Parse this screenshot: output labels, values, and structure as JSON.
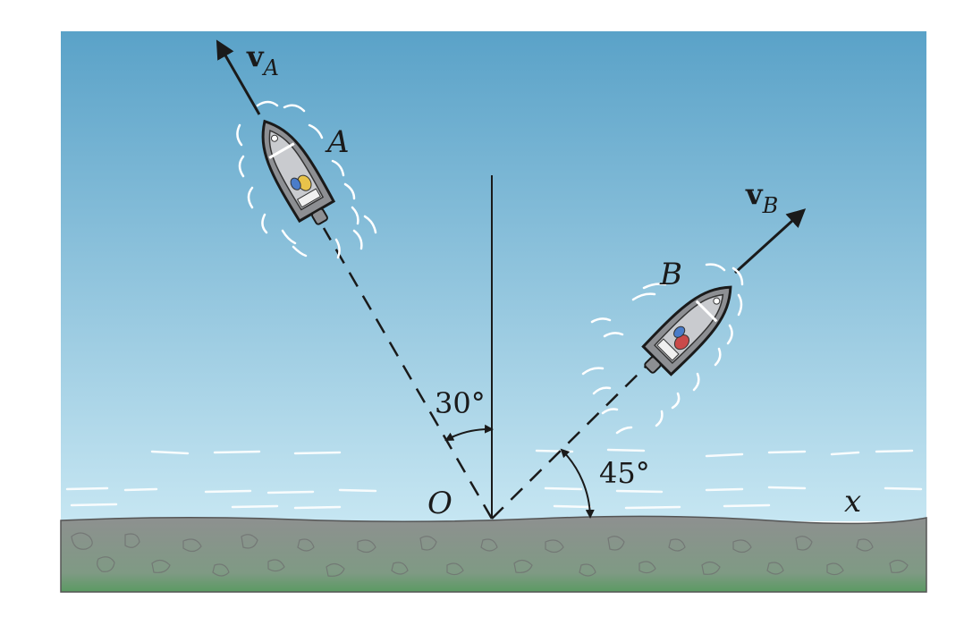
{
  "figure": {
    "velocity_a": {
      "symbol": "v",
      "subscript": "A"
    },
    "velocity_b": {
      "symbol": "v",
      "subscript": "B"
    },
    "boat_a_label": "A",
    "boat_b_label": "B",
    "angle_a_label": "30°",
    "angle_b_label": "45°",
    "origin_label": "O",
    "x_axis_label": "x",
    "angle_a_deg": 30,
    "angle_b_deg": 45,
    "colors": {
      "water_top": "#5aa2c8",
      "water_bottom": "#c6e6f2",
      "shore_top": "#8e9090",
      "shore_bottom": "#5a9a62",
      "line": "#1a1a1a",
      "boat_hull": "#8d8f93",
      "boat_deck": "#c9cbcf",
      "wake": "#ffffff"
    }
  }
}
